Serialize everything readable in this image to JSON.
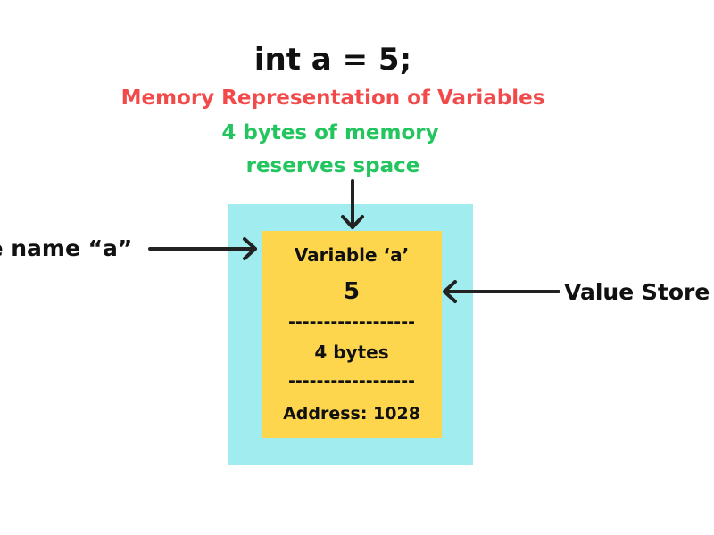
{
  "diagram": {
    "code": "int a = 5;",
    "subtitle": "Memory Representation of Variables",
    "allocation": {
      "line1": "4 bytes of memory",
      "line2": "reserves space"
    },
    "cell": {
      "variable_label": "Variable ‘a’",
      "value": "5",
      "separator": "------------------",
      "size": "4 bytes",
      "address": "Address: 1028"
    },
    "left_label": "le name “a”",
    "right_label": "Value Store"
  },
  "colors": {
    "subtitle": "#f24a4a",
    "allocation_text": "#22c55e",
    "outer_box": "#a0ecef",
    "inner_box": "#fdd64e",
    "text": "#111111",
    "arrow": "#222222"
  }
}
